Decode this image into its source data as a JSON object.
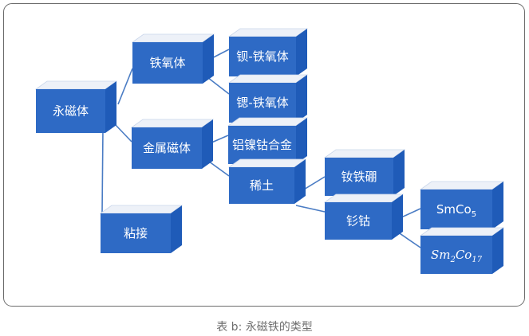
{
  "colors": {
    "box_front": "#2e6ac5",
    "box_top": "#edf1f8",
    "box_side": "#1f5bb8",
    "edge": "#4a7cc4",
    "caption": "#6e6e6e"
  },
  "nodes": {
    "root": "永磁体",
    "ferrite": "铁氧体",
    "ba_ferrite": "钡-铁氧体",
    "sr_ferrite": "锶-铁氧体",
    "metal": "金属磁体",
    "alnico": "铝镍钴合金",
    "rare_earth": "稀土",
    "ndfeb": "钕铁硼",
    "smco": "钐钴",
    "bonded": "粘接",
    "smco5": {
      "base": "SmCo",
      "sub": "5"
    },
    "sm2co17": {
      "a": "Sm",
      "a_sub": "2",
      "b": "Co",
      "b_sub": "17"
    }
  },
  "caption": "表 b: 永磁铁的类型"
}
